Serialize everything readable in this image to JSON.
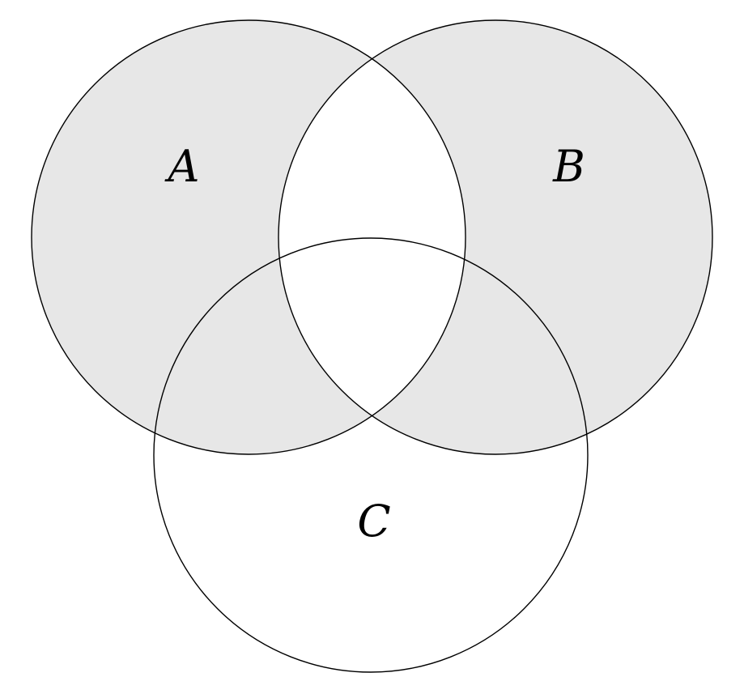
{
  "diagram": {
    "type": "venn-3-set",
    "sets": [
      {
        "label": "A"
      },
      {
        "label": "B"
      },
      {
        "label": "C"
      }
    ],
    "shaded_region": "(A ∪ B) − (A ∩ B)",
    "colors": {
      "shaded": "#e7e7e7",
      "background": "#ffffff",
      "stroke": "#000000"
    }
  }
}
